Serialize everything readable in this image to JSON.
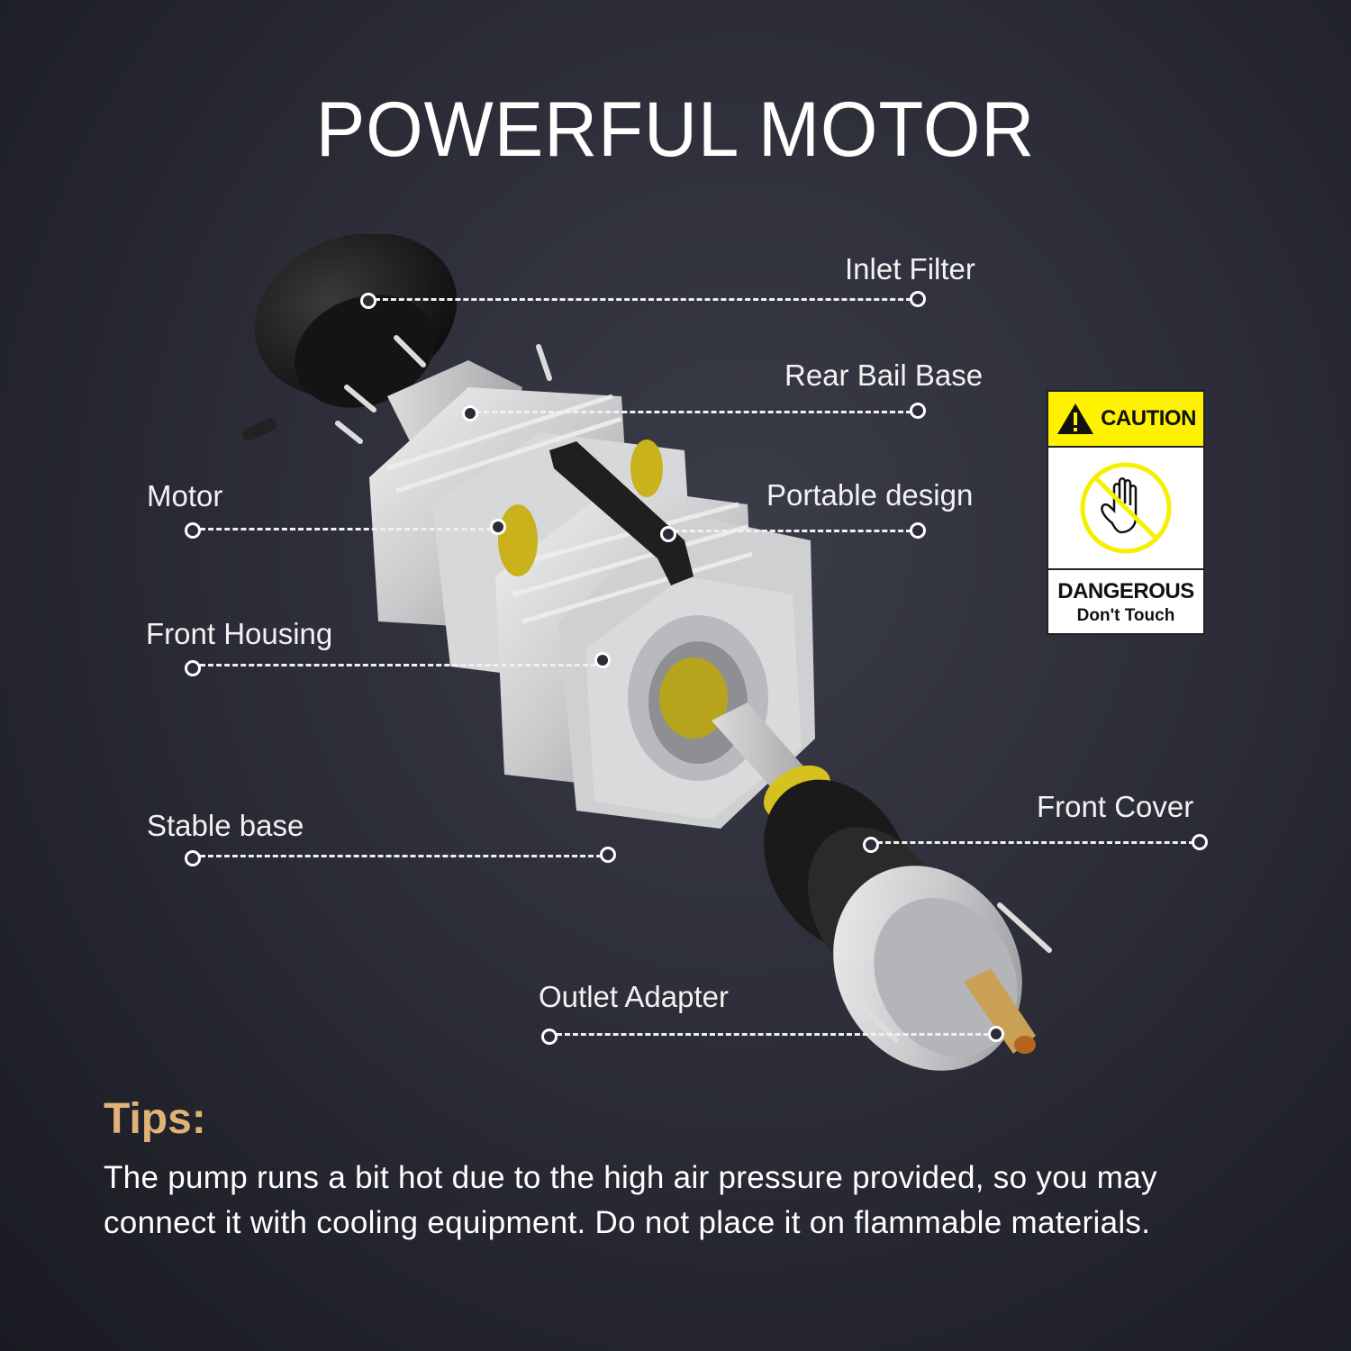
{
  "title": "POWERFUL MOTOR",
  "callouts": [
    {
      "label": "Inlet Filter"
    },
    {
      "label": "Rear Bail Base"
    },
    {
      "label": "Motor"
    },
    {
      "label": "Portable design"
    },
    {
      "label": "Front Housing"
    },
    {
      "label": "Stable base"
    },
    {
      "label": "Front Cover"
    },
    {
      "label": "Outlet Adapter"
    }
  ],
  "caution_sign": {
    "header": "CAUTION",
    "line1": "DANGEROUS",
    "line2": "Don't Touch",
    "icon": "no-touch-hand-icon",
    "colors": {
      "header_bg": "#fff200",
      "prohibit_ring": "#f5f000"
    }
  },
  "tips": {
    "heading": "Tips:",
    "body": "The pump runs a bit hot due to the high air pressure provided, so you may connect it with cooling equipment. Do not place it on flammable materials.",
    "heading_color": "#e0b277"
  }
}
